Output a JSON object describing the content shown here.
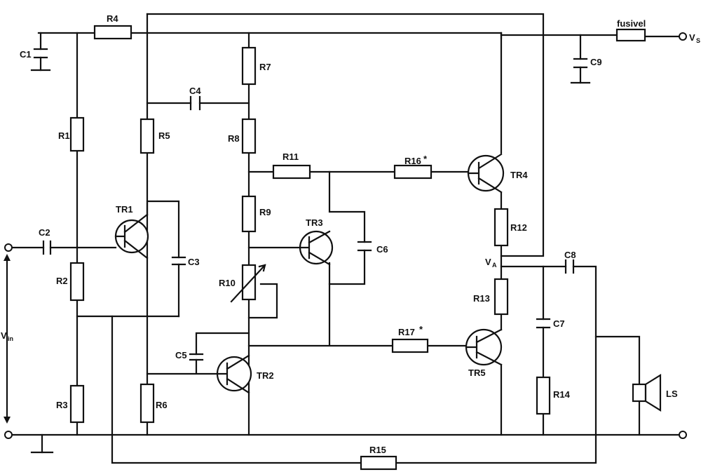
{
  "labels": {
    "r1": "R1",
    "r2": "R2",
    "r3": "R3",
    "r4": "R4",
    "r5": "R5",
    "r6": "R6",
    "r7": "R7",
    "r8": "R8",
    "r9": "R9",
    "r10": "R10",
    "r11": "R11",
    "r12": "R12",
    "r13": "R13",
    "r14": "R14",
    "r15": "R15",
    "r16": "R16",
    "r17": "R17",
    "c1": "C1",
    "c2": "C2",
    "c3": "C3",
    "c4": "C4",
    "c5": "C5",
    "c6": "C6",
    "c7": "C7",
    "c8": "C8",
    "c9": "C9",
    "tr1": "TR1",
    "tr2": "TR2",
    "tr3": "TR3",
    "tr4": "TR4",
    "tr5": "TR5",
    "fuse": "fusivel",
    "ls": "LS",
    "vs": "V",
    "vs_sub": "S",
    "va": "V",
    "va_sub": "A",
    "vin": "V",
    "vin_sub": "in",
    "mark16": "*",
    "mark17": "*"
  }
}
